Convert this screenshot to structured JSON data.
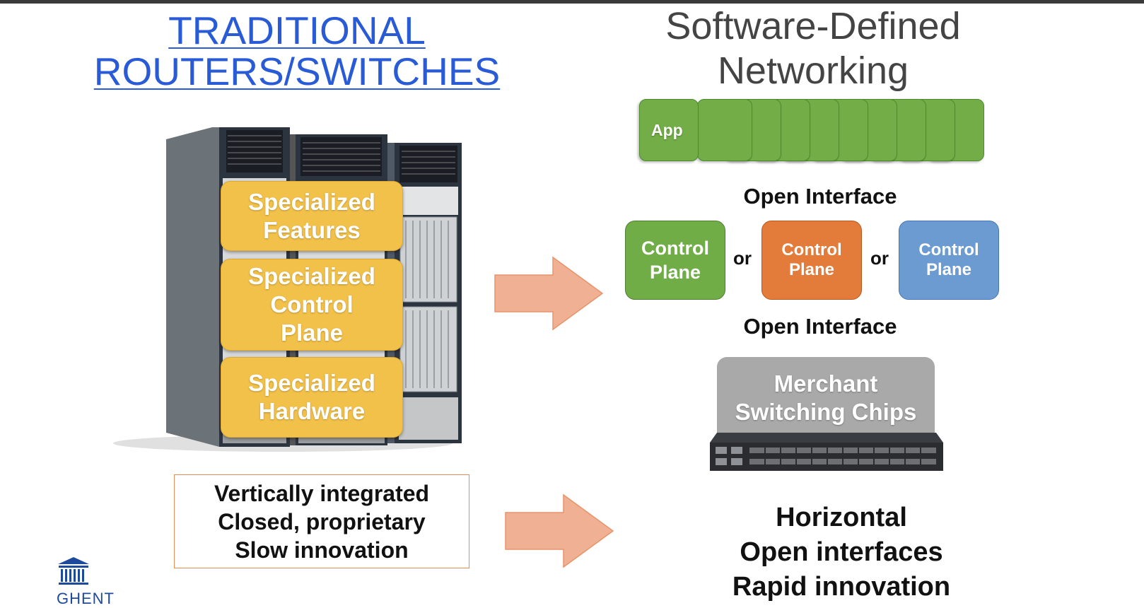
{
  "left": {
    "title_line1": "TRADITIONAL",
    "title_line2": "ROUTERS/SWITCHES",
    "blocks": [
      {
        "line1": "Specialized",
        "line2": "Features"
      },
      {
        "line1": "Specialized",
        "line2": "Control",
        "line3": "Plane"
      },
      {
        "line1": "Specialized",
        "line2": "Hardware"
      }
    ],
    "properties": [
      "Vertically integrated",
      "Closed, proprietary",
      "Slow innovation"
    ]
  },
  "right": {
    "title_line1": "Software-Defined",
    "title_line2": "Networking",
    "app_label": "App",
    "open_interface_top": "Open Interface",
    "open_interface_bottom": "Open Interface",
    "control_planes": [
      {
        "line1": "Control",
        "line2": "Plane",
        "color": "#70ad47"
      },
      {
        "line1": "Control",
        "line2": "Plane",
        "color": "#ed7d31"
      },
      {
        "line1": "Control",
        "line2": "Plane",
        "color": "#5b9bd5"
      }
    ],
    "or_label_1": "or",
    "or_label_2": "or",
    "merchant_line1": "Merchant",
    "merchant_line2": "Switching Chips",
    "properties": [
      "Horizontal",
      "Open interfaces",
      "Rapid innovation"
    ]
  },
  "logo": {
    "text": "GHENT"
  },
  "colors": {
    "arrow": "#f0b093",
    "yellow": "#f2c14a",
    "app_green": "#73ad48",
    "title_blue": "#2a5bd7"
  }
}
